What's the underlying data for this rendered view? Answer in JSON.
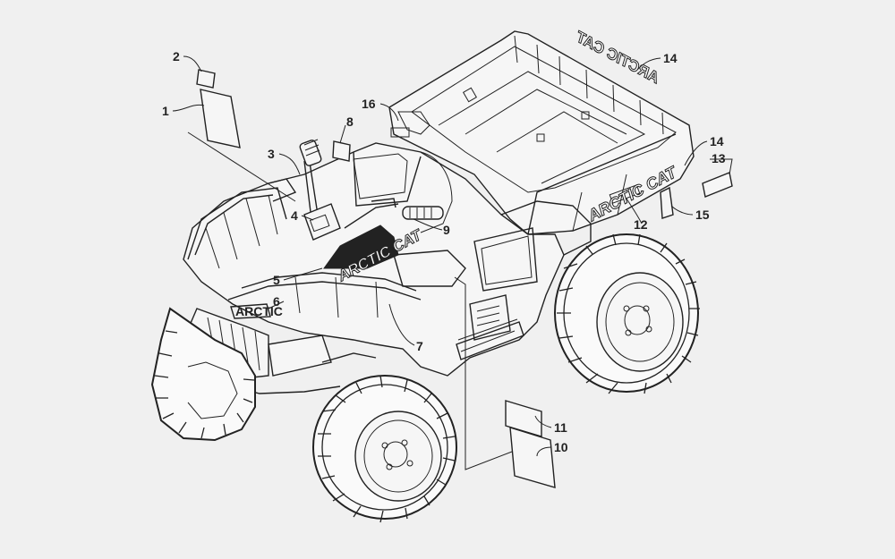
{
  "diagram": {
    "callouts": [
      {
        "id": "callout-1",
        "text": "1"
      },
      {
        "id": "callout-2",
        "text": "2"
      },
      {
        "id": "callout-3",
        "text": "3"
      },
      {
        "id": "callout-4",
        "text": "4"
      },
      {
        "id": "callout-5",
        "text": "5"
      },
      {
        "id": "callout-6",
        "text": "6"
      },
      {
        "id": "callout-7",
        "text": "7"
      },
      {
        "id": "callout-8",
        "text": "8"
      },
      {
        "id": "callout-9",
        "text": "9"
      },
      {
        "id": "callout-10",
        "text": "10"
      },
      {
        "id": "callout-11",
        "text": "11"
      },
      {
        "id": "callout-12",
        "text": "12"
      },
      {
        "id": "callout-13",
        "text": "13"
      },
      {
        "id": "callout-14a",
        "text": "14"
      },
      {
        "id": "callout-14b",
        "text": "14"
      },
      {
        "id": "callout-15",
        "text": "15"
      },
      {
        "id": "callout-16",
        "text": "16"
      }
    ],
    "decal_text": {
      "side_decal": "ARCTIC CAT",
      "bed_decal": "ARCTIC CAT",
      "mirrored_decal": "ARCTIC CAT",
      "grille_badge": "ARCTIC"
    }
  }
}
